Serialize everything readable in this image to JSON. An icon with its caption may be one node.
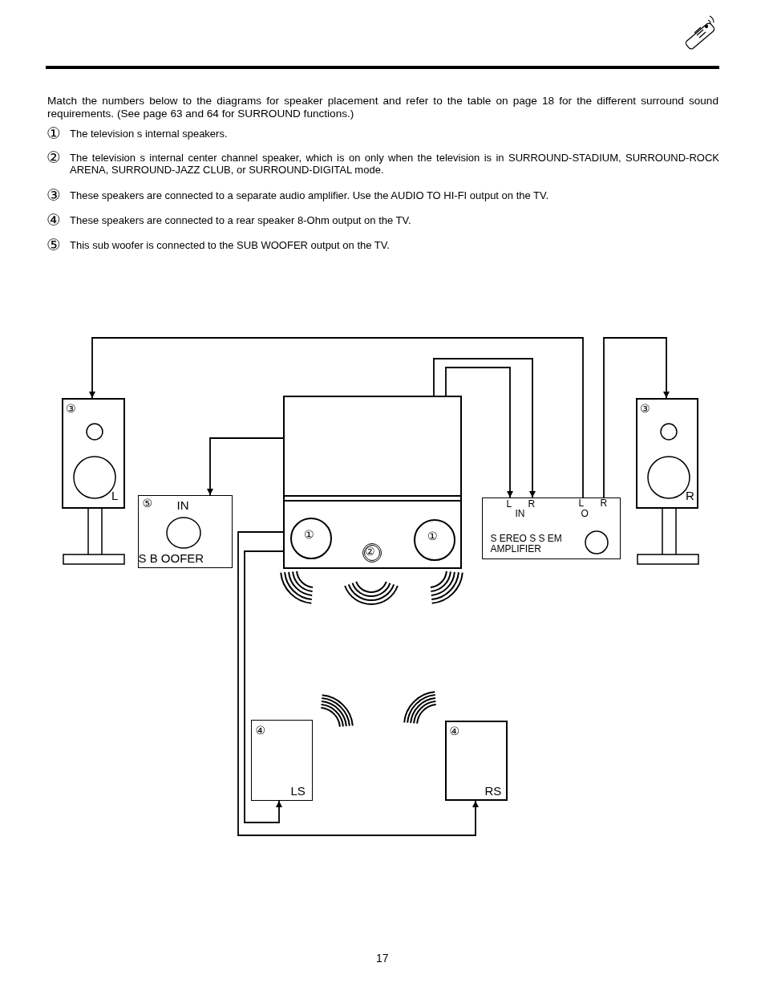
{
  "diagram": {
    "nodes": [
      {
        "text": [
          "③",
          "L"
        ]
      },
      {
        "text": [
          "⑤",
          "IN",
          "S B OOFER"
        ]
      },
      {
        "text": [],
        "shape": "box"
      },
      {
        "text": [
          "①"
        ],
        "in": 2
      },
      {
        "text": [
          "②"
        ],
        "in": 2
      },
      {
        "text": [
          "①"
        ],
        "in": 2
      },
      {
        "text": [
          "L",
          "R",
          "IN",
          "L",
          "O",
          "R",
          "S EREO S S EM AMPLIFIER"
        ]
      },
      {
        "text": [
          "③",
          "R"
        ]
      },
      {
        "text": [
          "④",
          "LS"
        ]
      },
      {
        "text": [
          "④",
          "RS"
        ]
      }
    ],
    "edges": [
      {
        "from": 6,
        "to": 0,
        "arrow": "to"
      },
      {
        "from": 6,
        "to": 7,
        "arrow": "to"
      },
      {
        "from": 2,
        "to": 6,
        "arrow": "to"
      },
      {
        "from": 2,
        "to": 6,
        "arrow": "to"
      },
      {
        "from": 2,
        "to": 1,
        "arrow": "to"
      },
      {
        "from": 2,
        "to": 9,
        "arrow": "to"
      },
      {
        "from": 2,
        "to": 8,
        "arrow": "to"
      }
    ],
    "labels": [
      "Match the numbers below to the diagrams for speaker placement and refer to the table on page 18 for the different surround sound requirements. (See page 63 and 64 for SURROUND functions.)",
      "①",
      "The television s internal speakers.",
      "②",
      "The television s internal center channel speaker, which is on only when the television is in SURROUND-STADIUM, SURROUND-ROCK ARENA, SURROUND-JAZZ CLUB, or SURROUND-DIGITAL mode.",
      "③",
      "These speakers are connected to a separate audio amplifier.  Use the AUDIO TO HI-FI output on the TV.",
      "④",
      "These speakers are connected to a rear speaker 8-Ohm output on the TV.",
      "⑤",
      "This sub woofer is connected to the SUB WOOFER output on the TV.",
      "17"
    ]
  }
}
